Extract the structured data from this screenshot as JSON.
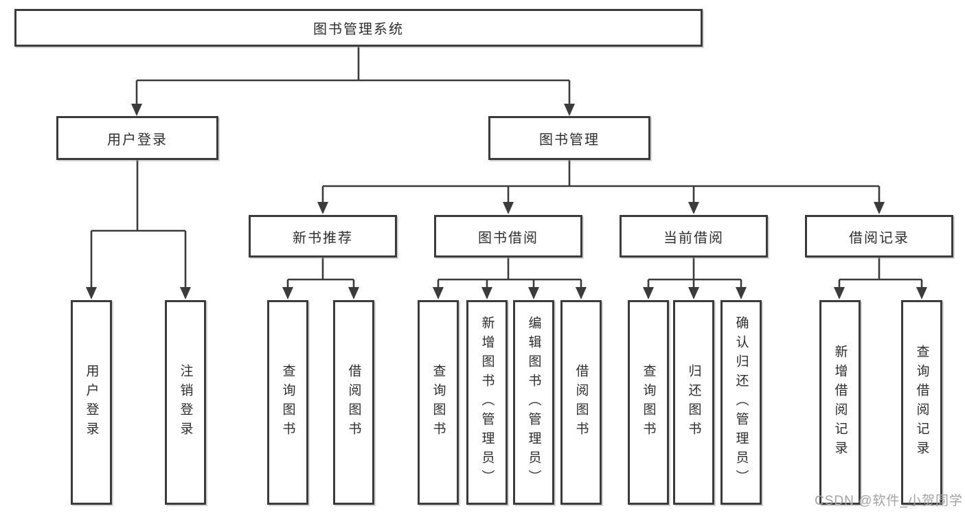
{
  "tree": {
    "root": {
      "label": "图书管理系统"
    },
    "branches": [
      {
        "label": "用户登录",
        "children": [
          {
            "label": "用户登录"
          },
          {
            "label": "注销登录"
          }
        ]
      },
      {
        "label": "图书管理",
        "children": [
          {
            "label": "新书推荐",
            "children": [
              {
                "label": "查询图书"
              },
              {
                "label": "借阅图书"
              }
            ]
          },
          {
            "label": "图书借阅",
            "children": [
              {
                "label": "查询图书"
              },
              {
                "label": "新增图书（管理员）"
              },
              {
                "label": "编辑图书（管理员）"
              },
              {
                "label": "借阅图书"
              }
            ]
          },
          {
            "label": "当前借阅",
            "children": [
              {
                "label": "查询图书"
              },
              {
                "label": "归还图书"
              },
              {
                "label": "确认归还（管理员）"
              }
            ]
          },
          {
            "label": "借阅记录",
            "children": [
              {
                "label": "新增借阅记录"
              },
              {
                "label": "查询借阅记录"
              }
            ]
          }
        ]
      }
    ]
  },
  "watermark": {
    "text": "CSDN @软件_小贺同学"
  },
  "colors": {
    "line": "#3b3b3b",
    "box_border": "#3b3b3b",
    "text": "#2e2e2e",
    "watermark": "#a2a2a2",
    "background": "#ffffff"
  }
}
